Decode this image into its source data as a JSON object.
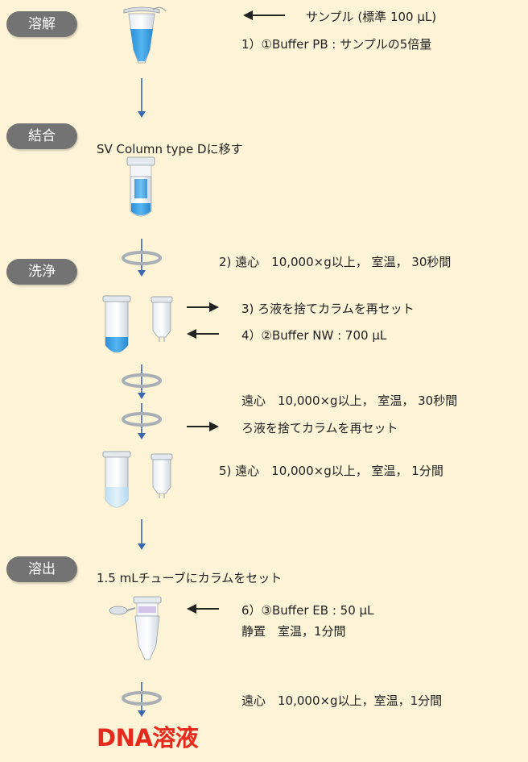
{
  "steps": {
    "lysis": "溶解",
    "bind": "結合",
    "wash": "洗浄",
    "elute": "溶出"
  },
  "notes": {
    "sample": "サンプル (標準 100 µL)",
    "buffer_pb": "1）①Buffer PB : サンプルの5倍量",
    "column_transfer": "SV Column type Dに移す",
    "spin_2": "2) 遠心　10,000×g以上，  室温，  30秒間",
    "discard_3": "3) ろ液を捨てカラムを再セット",
    "buffer_nw": "4）②Buffer NW : 700 µL",
    "spin_wash": "遠心　10,000×g以上，  室温，  30秒間",
    "discard_wash": "ろ液を捨てカラムを再セット",
    "spin_5": "5) 遠心　10,000×g以上，  室温，  1分間",
    "set_tube": "1.5 mLチューブにカラムをセット",
    "buffer_eb": "6）③Buffer EB : 50 µL",
    "stand": "静置　室温，1分間",
    "spin_final": "遠心　10,000×g以上，室温，1分間"
  },
  "result": "DNA溶液",
  "colors": {
    "background": "#fdf3d6",
    "pill": "#737373",
    "arrow": "#3a67b0",
    "result": "#e62b1e",
    "liquid": "#3a9ee4"
  },
  "icons": [
    "lysis-tube-icon",
    "sv-column-icon",
    "centrifuge-rotate-icon",
    "collection-tube-icon",
    "column-icon",
    "right-arrow-icon",
    "left-arrow-icon",
    "elution-tube-icon"
  ]
}
